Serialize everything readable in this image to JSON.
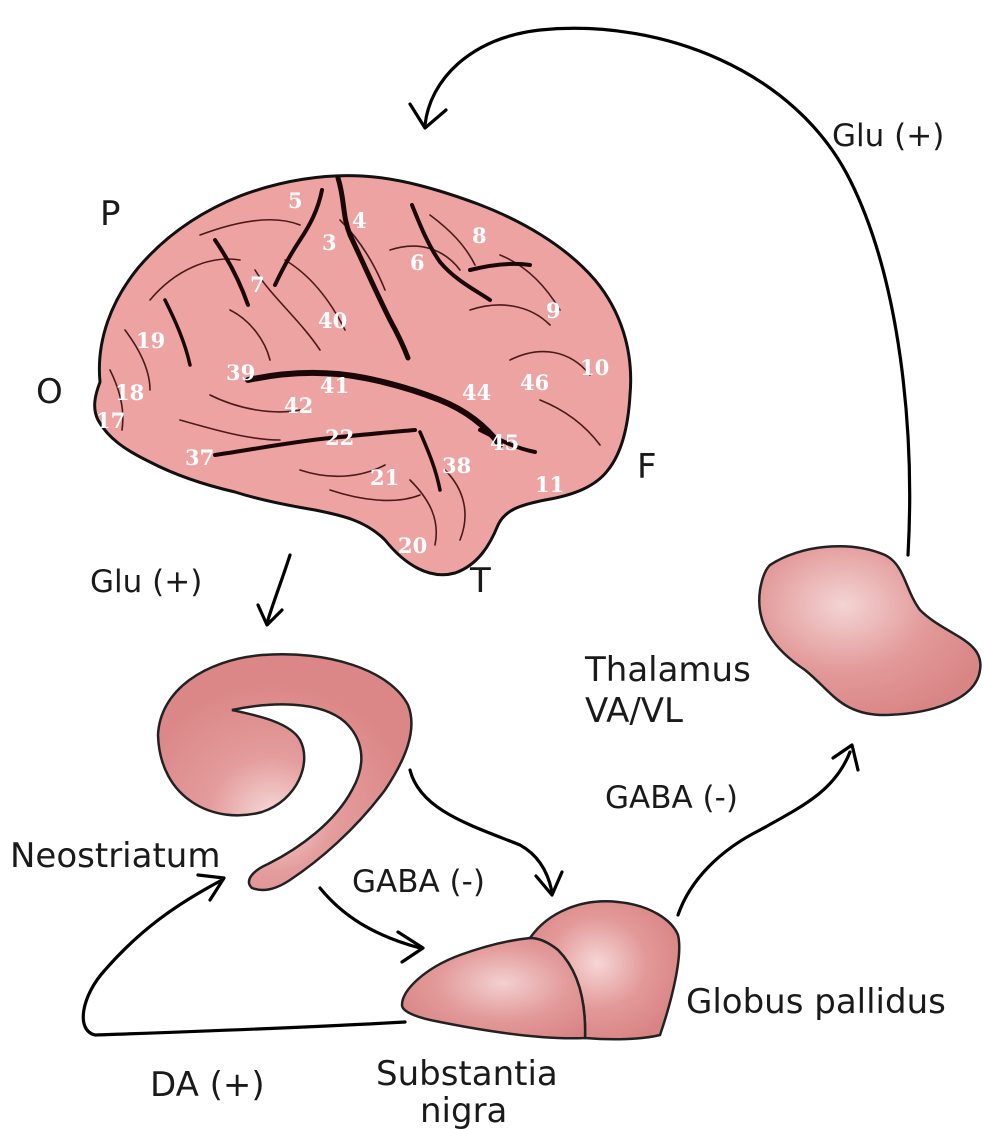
{
  "lobes": {
    "p": "P",
    "o": "O",
    "f": "F",
    "t": "T"
  },
  "brodmann_areas": [
    "5",
    "4",
    "3",
    "8",
    "6",
    "7",
    "40",
    "9",
    "19",
    "39",
    "41",
    "44",
    "46",
    "10",
    "18",
    "42",
    "17",
    "22",
    "45",
    "37",
    "38",
    "21",
    "11",
    "20"
  ],
  "structures": {
    "thalamus_line1": "Thalamus",
    "thalamus_line2": "VA/VL",
    "neostriatum": "Neostriatum",
    "globus_pallidus": "Globus pallidus",
    "substantia_nigra_line1": "Substantia",
    "substantia_nigra_line2": "nigra"
  },
  "pathways": {
    "glu_thalamus_cortex": "Glu (+)",
    "glu_cortex_striatum": "Glu (+)",
    "gaba_gp_thalamus": "GABA (-)",
    "gaba_striatum_out": "GABA (-)",
    "da_nigra_striatum": "DA (+)"
  },
  "colors": {
    "brain_fill": "#eea3a3",
    "brain_outline": "#111111",
    "nucleus_fill": "#dc8a8a",
    "nucleus_highlight": "#f2caca",
    "label_text": "#1a1a1a",
    "area_number_text": "#ffffff"
  }
}
